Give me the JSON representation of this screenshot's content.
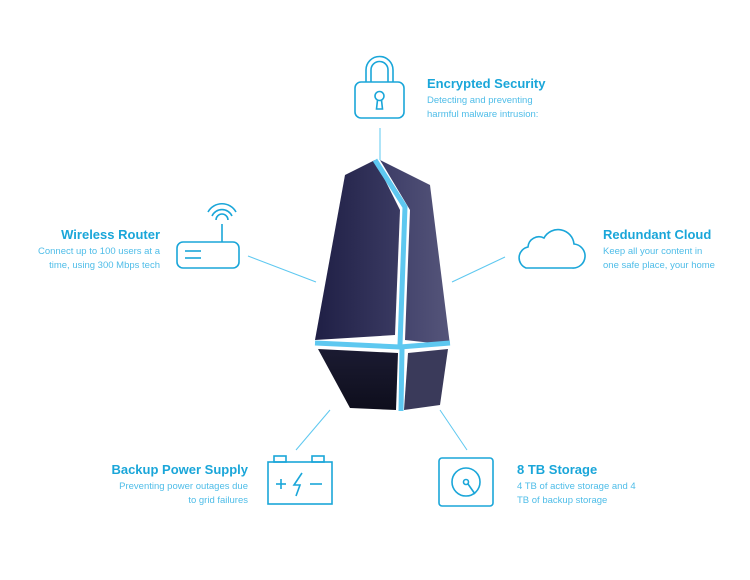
{
  "features": {
    "security": {
      "title": "Encrypted Security",
      "desc_line1": "Detecting and preventing",
      "desc_line2": "harmful malware intrusion:",
      "icon": "lock-icon"
    },
    "router": {
      "title": "Wireless Router",
      "desc_line1": "Connect up to 100 users at a",
      "desc_line2": "time,  using 300 Mbps tech",
      "icon": "router-icon"
    },
    "cloud": {
      "title": "Redundant Cloud",
      "desc_line1": "Keep all your content in",
      "desc_line2": "one safe place, your home",
      "icon": "cloud-icon"
    },
    "power": {
      "title": "Backup Power Supply",
      "desc_line1": "Preventing power outages due",
      "desc_line2": "to grid failures",
      "icon": "battery-icon"
    },
    "storage": {
      "title": "8 TB Storage",
      "desc_line1": "4 TB of active storage and 4",
      "desc_line2": "TB of backup storage",
      "icon": "hard-drive-icon"
    }
  },
  "colors": {
    "accent": "#1aa6d9",
    "accent_light": "#4fbde8",
    "device_body": "#2a2a4e",
    "device_glow": "#5ec8f0"
  }
}
